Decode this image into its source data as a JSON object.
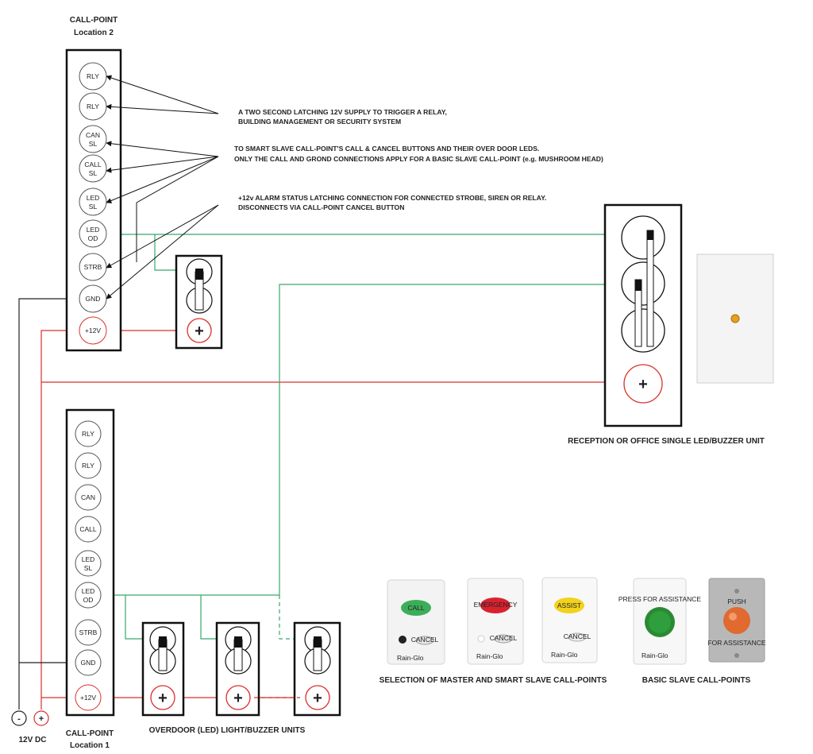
{
  "titles": {
    "cp2_line1": "CALL-POINT",
    "cp2_line2": "Location 2",
    "cp1_line1": "CALL-POINT",
    "cp1_line2": "Location 1",
    "power": "12V DC",
    "reception": "RECEPTION OR OFFICE SINGLE LED/BUZZER UNIT",
    "overdoor": "OVERDOOR (LED) LIGHT/BUZZER UNITS",
    "selection": "SELECTION OF MASTER AND SMART SLAVE  CALL-POINTS",
    "basic": "BASIC SLAVE CALL-POINTS"
  },
  "notes": {
    "relay_line1": "A TWO SECOND LATCHING 12V SUPPLY TO TRIGGER A RELAY,",
    "relay_line2": "BUILDING MANAGEMENT OR SECURITY SYSTEM",
    "slave_line1": "TO SMART SLAVE CALL-POINT'S CALL & CANCEL BUTTONS AND THEIR OVER DOOR LEDS.",
    "slave_line2": "ONLY THE CALL AND GROND CONNECTIONS APPLY FOR A BASIC SLAVE CALL-POINT (e.g. MUSHROOM HEAD)",
    "alarm_line1": "+12v ALARM STATUS LATCHING CONNECTION FOR CONNECTED STROBE, SIREN OR RELAY.",
    "alarm_line2": "DISCONNECTS VIA CALL-POINT CANCEL BUTTON"
  },
  "cp2_terminals": [
    {
      "l1": "RLY",
      "l2": ""
    },
    {
      "l1": "RLY",
      "l2": ""
    },
    {
      "l1": "CAN",
      "l2": "SL"
    },
    {
      "l1": "CALL",
      "l2": "SL"
    },
    {
      "l1": "LED",
      "l2": "SL"
    },
    {
      "l1": "LED",
      "l2": "OD"
    },
    {
      "l1": "STRB",
      "l2": ""
    },
    {
      "l1": "GND",
      "l2": ""
    },
    {
      "l1": "+12V",
      "l2": ""
    }
  ],
  "cp1_terminals": [
    {
      "l1": "RLY",
      "l2": ""
    },
    {
      "l1": "RLY",
      "l2": ""
    },
    {
      "l1": "CAN",
      "l2": ""
    },
    {
      "l1": "CALL",
      "l2": ""
    },
    {
      "l1": "LED",
      "l2": "SL"
    },
    {
      "l1": "LED",
      "l2": "OD"
    },
    {
      "l1": "STRB",
      "l2": ""
    },
    {
      "l1": "GND",
      "l2": ""
    },
    {
      "l1": "+12V",
      "l2": ""
    }
  ],
  "symbols": {
    "plus": "+",
    "minus": "-"
  },
  "products": {
    "call_text": "CALL",
    "emergency_text": "EMERGENCY",
    "assist_text": "ASSIST",
    "cancel_text": "CANCEL",
    "brand": "Rain-Glo",
    "press_text": "PRESS FOR ASSISTANCE",
    "for_assist_text": "FOR ASSISTANCE",
    "push_text": "PUSH"
  },
  "colors": {
    "wire_red": "#d9302c",
    "wire_green": "#3aa86b",
    "wire_black": "#222222",
    "call_green": "#3cae5a",
    "emergency_red": "#d8232f",
    "assist_yellow": "#f2d21c",
    "led_amber": "#e8a21a",
    "mushroom_green": "#2f9e3d",
    "mushroom_orange": "#e06a30"
  }
}
